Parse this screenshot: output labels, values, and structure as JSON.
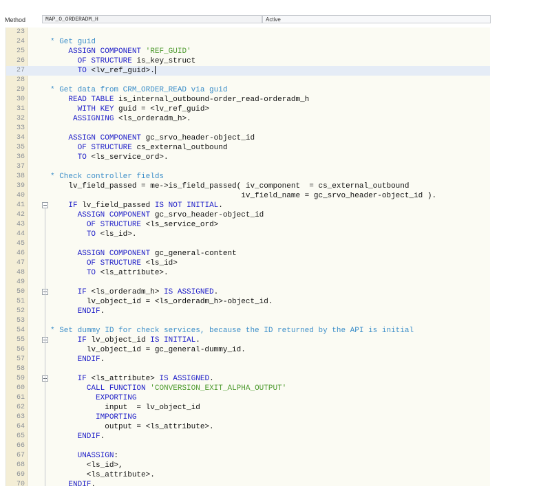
{
  "header": {
    "method_label": "Method",
    "method_value": "MAP_O_ORDERADM_H",
    "status": "Active"
  },
  "editor": {
    "current_line": "27",
    "lines": [
      {
        "n": "23",
        "t": ""
      },
      {
        "n": "24",
        "t": "* Get guid"
      },
      {
        "n": "25",
        "t": "    ASSIGN COMPONENT 'REF_GUID'"
      },
      {
        "n": "26",
        "t": "      OF STRUCTURE is_key_struct"
      },
      {
        "n": "27",
        "t": "      TO <lv_ref_guid>."
      },
      {
        "n": "28",
        "t": ""
      },
      {
        "n": "29",
        "t": "* Get data from CRM_ORDER_READ via guid"
      },
      {
        "n": "30",
        "t": "    READ TABLE is_internal_outbound-order_read-orderadm_h"
      },
      {
        "n": "31",
        "t": "      WITH KEY guid = <lv_ref_guid>"
      },
      {
        "n": "32",
        "t": "     ASSIGNING <ls_orderadm_h>."
      },
      {
        "n": "33",
        "t": ""
      },
      {
        "n": "34",
        "t": "    ASSIGN COMPONENT gc_srvo_header-object_id"
      },
      {
        "n": "35",
        "t": "      OF STRUCTURE cs_external_outbound"
      },
      {
        "n": "36",
        "t": "      TO <ls_service_ord>."
      },
      {
        "n": "37",
        "t": ""
      },
      {
        "n": "38",
        "t": "* Check controller fields"
      },
      {
        "n": "39",
        "t": "    lv_field_passed = me->is_field_passed( iv_component  = cs_external_outbound"
      },
      {
        "n": "40",
        "t": "                                          iv_field_name = gc_srvo_header-object_id )."
      },
      {
        "n": "41",
        "t": "    IF lv_field_passed IS NOT INITIAL."
      },
      {
        "n": "42",
        "t": "      ASSIGN COMPONENT gc_srvo_header-object_id"
      },
      {
        "n": "43",
        "t": "        OF STRUCTURE <ls_service_ord>"
      },
      {
        "n": "44",
        "t": "        TO <ls_id>."
      },
      {
        "n": "45",
        "t": ""
      },
      {
        "n": "46",
        "t": "      ASSIGN COMPONENT gc_general-content"
      },
      {
        "n": "47",
        "t": "        OF STRUCTURE <ls_id>"
      },
      {
        "n": "48",
        "t": "        TO <ls_attribute>."
      },
      {
        "n": "49",
        "t": ""
      },
      {
        "n": "50",
        "t": "      IF <ls_orderadm_h> IS ASSIGNED."
      },
      {
        "n": "51",
        "t": "        lv_object_id = <ls_orderadm_h>-object_id."
      },
      {
        "n": "52",
        "t": "      ENDIF."
      },
      {
        "n": "53",
        "t": ""
      },
      {
        "n": "54",
        "t": "* Set dummy ID for check services, because the ID returned by the API is initial"
      },
      {
        "n": "55",
        "t": "      IF lv_object_id IS INITIAL."
      },
      {
        "n": "56",
        "t": "        lv_object_id = gc_general-dummy_id."
      },
      {
        "n": "57",
        "t": "      ENDIF."
      },
      {
        "n": "58",
        "t": ""
      },
      {
        "n": "59",
        "t": "      IF <ls_attribute> IS ASSIGNED."
      },
      {
        "n": "60",
        "t": "        CALL FUNCTION 'CONVERSION_EXIT_ALPHA_OUTPUT'"
      },
      {
        "n": "61",
        "t": "          EXPORTING"
      },
      {
        "n": "62",
        "t": "            input  = lv_object_id"
      },
      {
        "n": "63",
        "t": "          IMPORTING"
      },
      {
        "n": "64",
        "t": "            output = <ls_attribute>."
      },
      {
        "n": "65",
        "t": "      ENDIF."
      },
      {
        "n": "66",
        "t": ""
      },
      {
        "n": "67",
        "t": "      UNASSIGN:"
      },
      {
        "n": "68",
        "t": "        <ls_id>,"
      },
      {
        "n": "69",
        "t": "        <ls_attribute>."
      },
      {
        "n": "70",
        "t": "    ENDIF."
      }
    ],
    "fold_markers": [
      "41",
      "50",
      "55",
      "59"
    ]
  }
}
